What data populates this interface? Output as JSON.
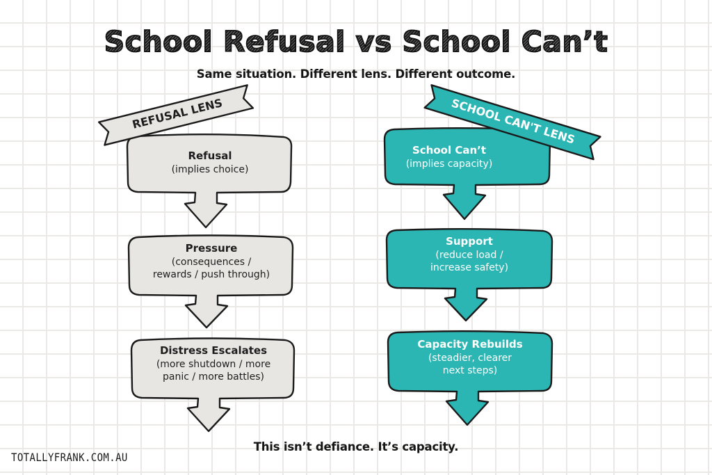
{
  "header": {
    "title": "School Refusal vs School Can’t",
    "subtitle": "Same situation. Different lens. Different outcome."
  },
  "left_column": {
    "banner_label": "REFUSAL LENS",
    "fill_color": "#e7e6e2",
    "text_color": "#1d1d1d",
    "steps": [
      {
        "heading": "Refusal",
        "lines": [
          "(implies choice)"
        ]
      },
      {
        "heading": "Pressure",
        "lines": [
          "(consequences /",
          "rewards / push through)"
        ]
      },
      {
        "heading": "Distress Escalates",
        "lines": [
          "(more shutdown / more",
          "panic / more battles)"
        ]
      }
    ]
  },
  "right_column": {
    "banner_label": "SCHOOL CAN'T LENS",
    "fill_color": "#2bb6b4",
    "text_color": "#ffffff",
    "steps": [
      {
        "heading": "School Can’t",
        "lines": [
          "(implies capacity)"
        ]
      },
      {
        "heading": "Support",
        "lines": [
          "(reduce load /",
          "increase safety)"
        ]
      },
      {
        "heading": "Capacity Rebuilds",
        "lines": [
          "(steadier, clearer",
          "next steps)"
        ]
      }
    ]
  },
  "footer": {
    "tagline": "This isn’t defiance. It’s capacity.",
    "brand": "TOTALLYFRANK.COM.AU"
  },
  "colors": {
    "grid_line": "#ebe9e5",
    "outline": "#1a1a1a",
    "teal": "#2bb6b4",
    "gray_fill": "#e7e6e2"
  }
}
